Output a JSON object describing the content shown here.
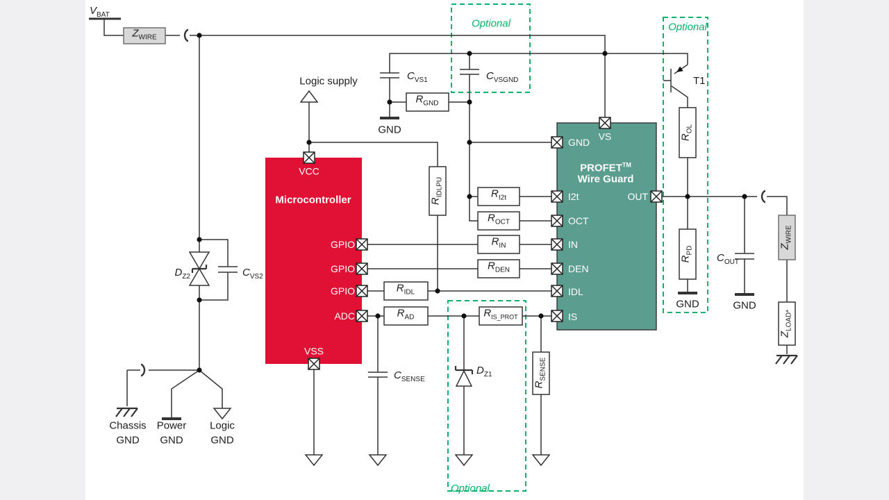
{
  "colors": {
    "mcu_red": "#e01134",
    "profet_teal": "#5b9d8e",
    "optional_green": "#00b36b",
    "wire": "#333333",
    "impedance_gray": "#d8d8d8",
    "canvas": "#ffffff",
    "margin": "#f0f0f2"
  },
  "labels": {
    "vbat": {
      "m": "V",
      "s": "BAT"
    },
    "zwire1": {
      "m": "Z",
      "s": "WIRE"
    },
    "cvs1": {
      "m": "C",
      "s": "VS1"
    },
    "cvsgnd": {
      "m": "C",
      "s": "VSGND"
    },
    "rgnd": {
      "m": "R",
      "s": "GND"
    },
    "ridlpu": {
      "m": "R",
      "s": "IDLPU"
    },
    "ri2t": {
      "m": "R",
      "s": "I2t"
    },
    "roct": {
      "m": "R",
      "s": "OCT"
    },
    "rin": {
      "m": "R",
      "s": "IN"
    },
    "rden": {
      "m": "R",
      "s": "DEN"
    },
    "ridl": {
      "m": "R",
      "s": "IDL"
    },
    "rad": {
      "m": "R",
      "s": "AD"
    },
    "risprot": {
      "m": "R",
      "s": "IS_PROT"
    },
    "rsense": {
      "m": "R",
      "s": "SENSE"
    },
    "csense": {
      "m": "C",
      "s": "SENSE"
    },
    "dz1": {
      "m": "D",
      "s": "Z1"
    },
    "dz2": {
      "m": "D",
      "s": "Z2"
    },
    "cvs2": {
      "m": "C",
      "s": "VS2"
    },
    "cout": {
      "m": "C",
      "s": "OUT"
    },
    "rol": {
      "m": "R",
      "s": "OL"
    },
    "rpd": {
      "m": "R",
      "s": "PD"
    },
    "zwire2": {
      "m": "Z",
      "s": "WIRE"
    },
    "zload": {
      "m": "Z",
      "s": "LOAD*"
    },
    "t1": "T1"
  },
  "texts": {
    "logic_supply": "Logic supply",
    "optional_top": "Optional",
    "optional_bottom": "Optional",
    "optional_right": "Optional",
    "gnd_cvs1": "GND",
    "gnd_rpd": "GND",
    "gnd_cout": "GND",
    "chassis1": "Chassis",
    "chassis2": "GND",
    "power1": "Power",
    "power2": "GND",
    "logicg1": "Logic",
    "logicg2": "GND"
  },
  "mcu": {
    "title": "Microcontroller",
    "pin_vcc": "VCC",
    "pin_gpio1": "GPIO",
    "pin_gpio2": "GPIO",
    "pin_gpio3": "GPIO",
    "pin_adc": "ADC",
    "pin_vss": "VSS"
  },
  "profet": {
    "name": "PROFET",
    "tm": "TM",
    "name2": "Wire Guard",
    "pin_vs": "VS",
    "pin_gnd": "GND",
    "pin_i2t": "I2t",
    "pin_oct": "OCT",
    "pin_in": "IN",
    "pin_den": "DEN",
    "pin_idl": "IDL",
    "pin_is": "IS",
    "pin_out": "OUT"
  }
}
